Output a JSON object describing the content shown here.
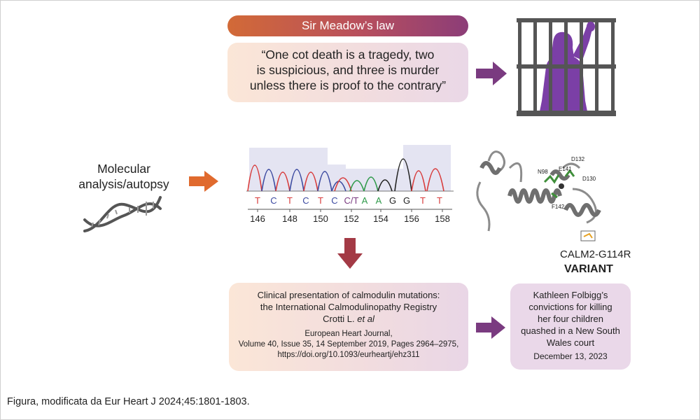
{
  "law": {
    "title": "Sir Meadow’s law",
    "quote_lines": [
      "“One cot death is a tragedy, two",
      "is suspicious, and three is murder",
      "unless there is proof to the contrary”"
    ]
  },
  "molecular": {
    "label_lines": [
      "Molecular",
      "analysis/autopsy"
    ]
  },
  "sequence": {
    "bases": [
      "T",
      "C",
      "T",
      "C",
      "T",
      "C",
      "C/T",
      "A",
      "A",
      "G",
      "G",
      "T",
      "T"
    ],
    "positions": [
      "146",
      "148",
      "150",
      "152",
      "154",
      "156",
      "158"
    ]
  },
  "protein": {
    "residues": [
      "D132",
      "N98",
      "E141",
      "D130",
      "F142"
    ],
    "variant_name": "CALM2-G114R",
    "variant_tag": "VARIANT"
  },
  "registry": {
    "title_lines": [
      "Clinical presentation of calmodulin mutations:",
      "the International Calmodulinopathy Registry"
    ],
    "author": "Crotti L.",
    "author_suffix": "et al",
    "journal_lines": [
      "European Heart Journal,",
      "Volume 40, Issue 35, 14 September 2019, Pages 2964–2975,",
      "https://doi.org/10.1093/eurheartj/ehz311"
    ]
  },
  "verdict": {
    "lines": [
      "Kathleen Folbigg’s",
      "convictions for killing",
      "her four children",
      "quashed in a New South",
      "Wales court"
    ],
    "date": "December 13, 2023"
  },
  "caption": "Figura, modificata da Eur Heart J 2024;45:1801-1803.",
  "colors": {
    "orange": "#e06a2e",
    "purple": "#7a3b80",
    "maroon": "#a33a45",
    "prison_figure": "#7b3fa6",
    "base_T": "#d83b3b",
    "base_C": "#3c4aa0",
    "base_A": "#2f9a4a",
    "base_G": "#222222"
  }
}
